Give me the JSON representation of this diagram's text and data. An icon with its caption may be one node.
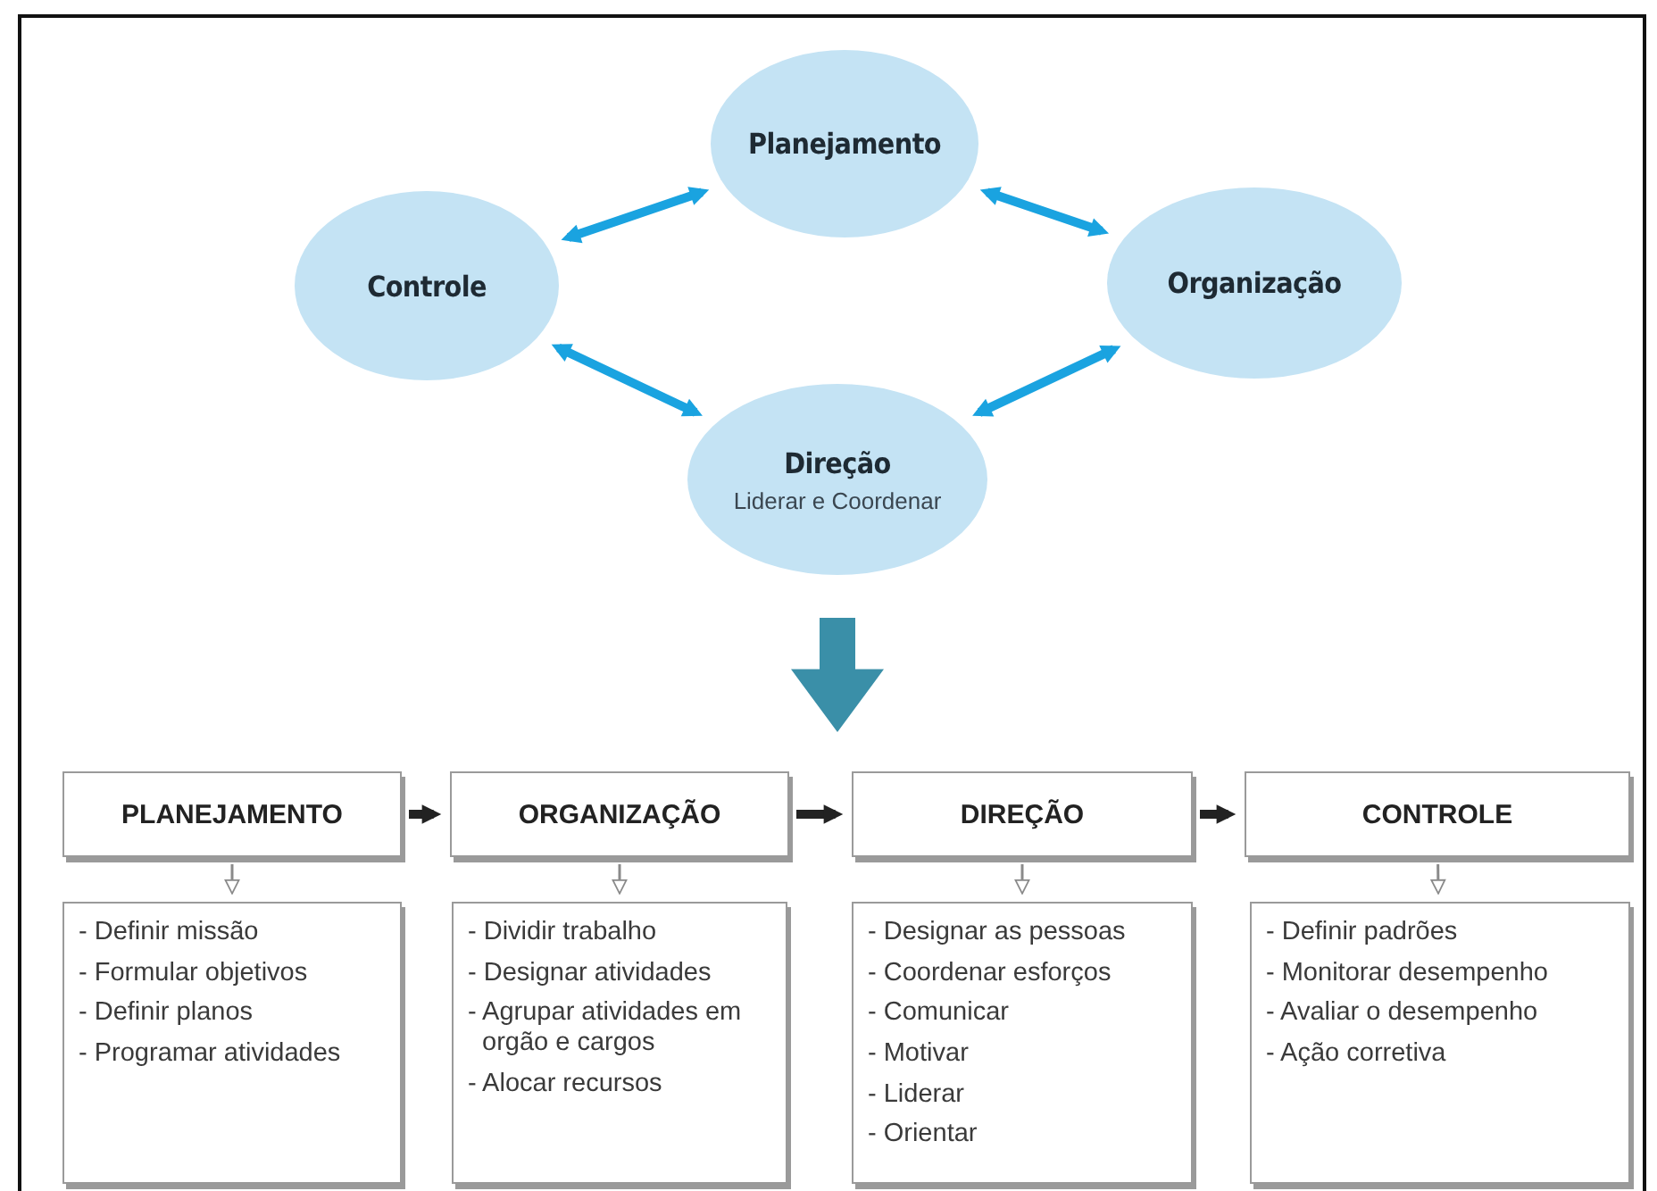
{
  "diagram": {
    "nodes": [
      {
        "text": [
          "Planejamento"
        ]
      },
      {
        "text": [
          "Controle"
        ]
      },
      {
        "text": [
          "Organização"
        ]
      },
      {
        "text": [
          "Direção",
          "Liderar e Coordenar"
        ]
      },
      {
        "text": [
          "PLANEJAMENTO"
        ]
      },
      {
        "text": [
          "ORGANIZAÇÃO"
        ]
      },
      {
        "text": [
          "DIREÇÃO"
        ]
      },
      {
        "text": [
          "CONTROLE"
        ]
      },
      {
        "text": [
          "- Definir missão",
          "- Formular objetivos",
          "- Definir planos",
          "- Programar atividades"
        ]
      },
      {
        "text": [
          "- Dividir trabalho",
          "- Designar atividades",
          "- Agrupar atividades em orgão e cargos",
          "- Alocar recursos"
        ]
      },
      {
        "text": [
          "- Designar as pessoas",
          "- Coordenar esforços",
          "- Comunicar",
          "- Motivar",
          "- Liderar",
          "- Orientar"
        ]
      },
      {
        "text": [
          "- Definir padrões",
          "- Monitorar desempenho",
          "- Avaliar o desempenho",
          "- Ação corretiva"
        ]
      }
    ],
    "edges": [
      {
        "from": 1,
        "to": 0,
        "arrow": "both",
        "color": "#1aa3e0"
      },
      {
        "from": 0,
        "to": 2,
        "arrow": "both",
        "color": "#1aa3e0"
      },
      {
        "from": 1,
        "to": 3,
        "arrow": "both",
        "color": "#1aa3e0"
      },
      {
        "from": 2,
        "to": 3,
        "arrow": "both",
        "color": "#1aa3e0"
      },
      {
        "from": 3,
        "to": null,
        "arrow": "to",
        "style": "thick",
        "color": "#3a8fa8"
      },
      {
        "from": 4,
        "to": 5,
        "arrow": "to",
        "color": "#222222"
      },
      {
        "from": 5,
        "to": 6,
        "arrow": "to",
        "color": "#222222"
      },
      {
        "from": 6,
        "to": 7,
        "arrow": "to",
        "color": "#222222"
      },
      {
        "from": 4,
        "to": 8,
        "arrow": "to",
        "color": "#8a8a8a"
      },
      {
        "from": 5,
        "to": 9,
        "arrow": "to",
        "color": "#8a8a8a"
      },
      {
        "from": 6,
        "to": 10,
        "arrow": "to",
        "color": "#8a8a8a"
      },
      {
        "from": 7,
        "to": 11,
        "arrow": "to",
        "color": "#8a8a8a"
      }
    ]
  }
}
